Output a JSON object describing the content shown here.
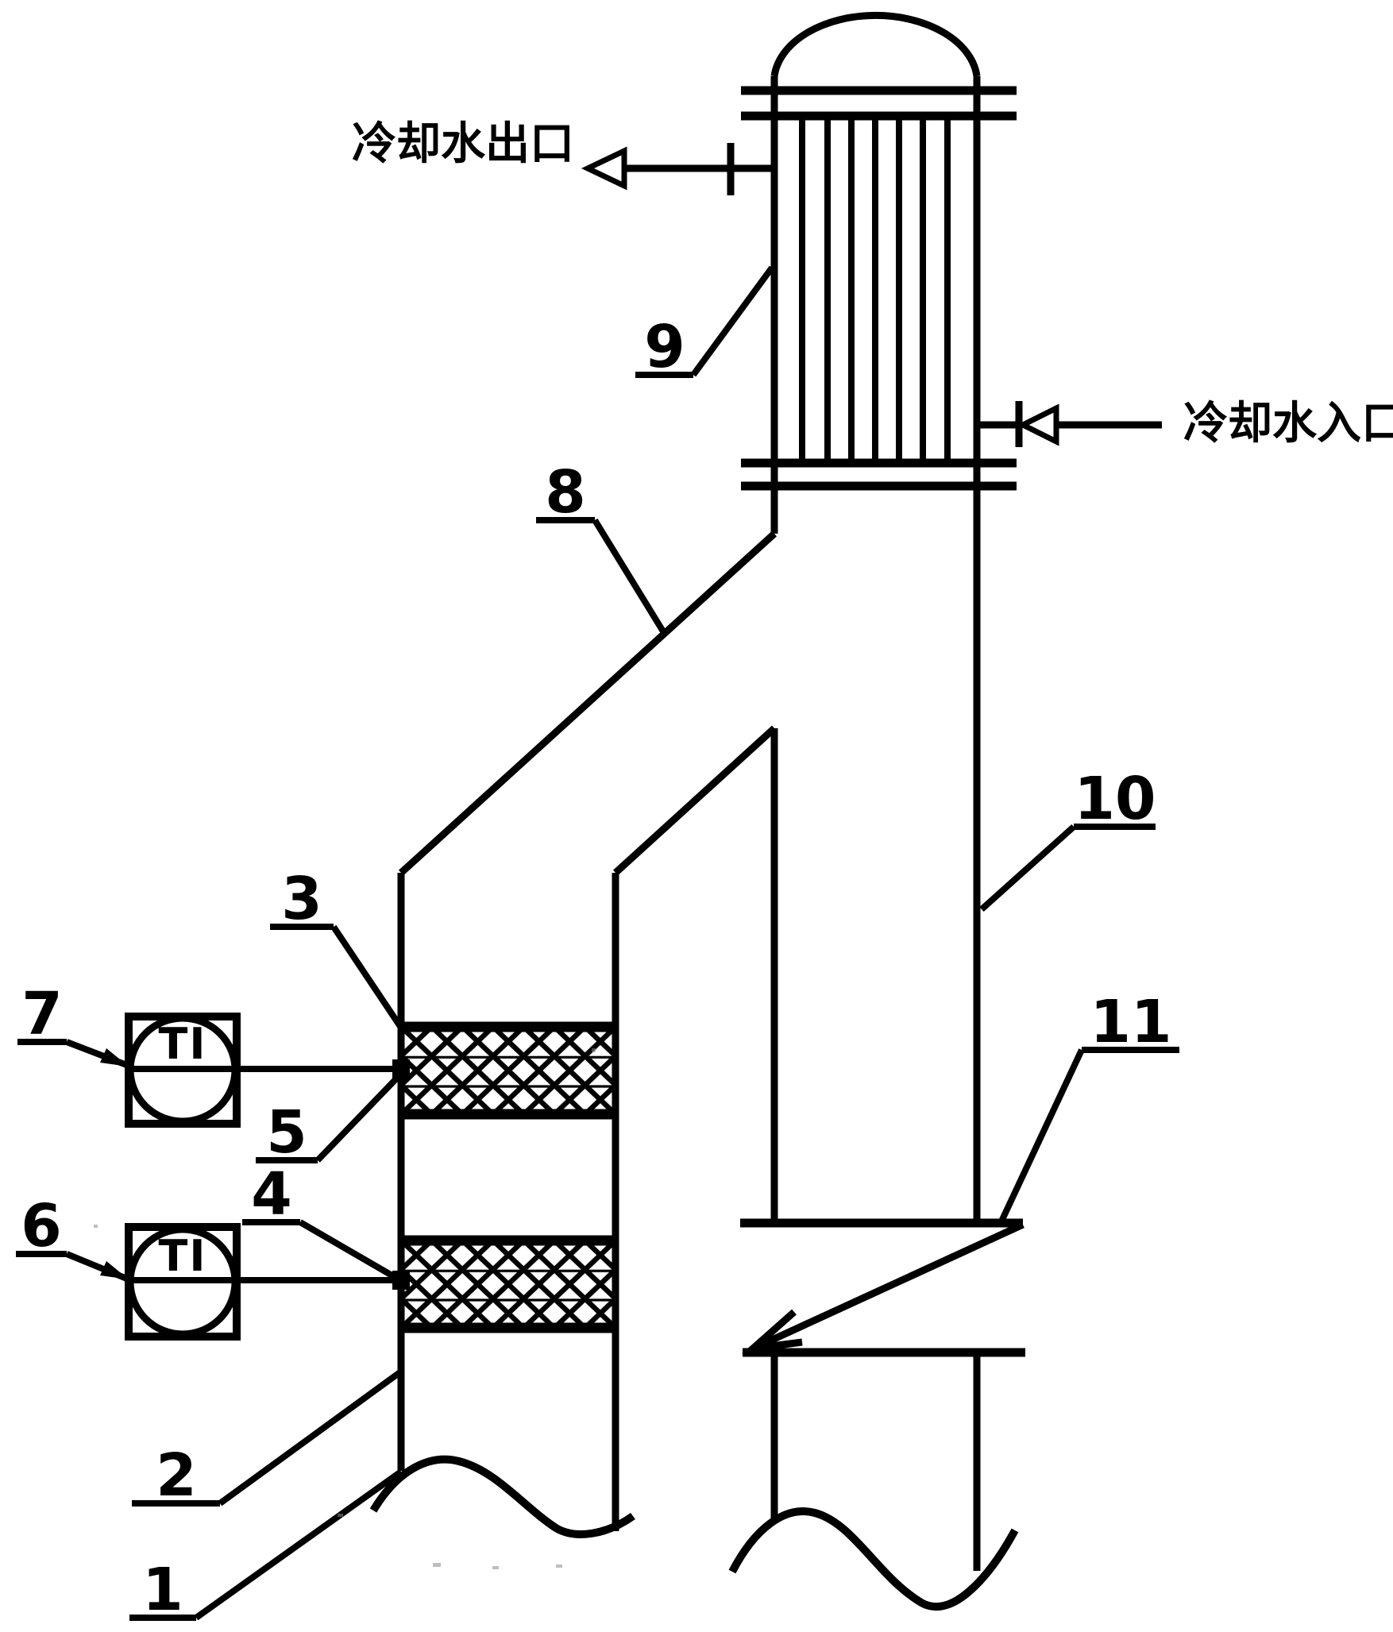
{
  "diagram": {
    "colors": {
      "ink": "#000000",
      "paper": "#ffffff"
    },
    "annotations": {
      "cooling_water_outlet": "冷却水出口",
      "cooling_water_inlet": "冷却水入口"
    },
    "instruments": {
      "upper_tag": "TI",
      "lower_tag": "TI"
    },
    "part_labels": {
      "p1": "1",
      "p2": "2",
      "p3": "3",
      "p4": "4",
      "p5": "5",
      "p6": "6",
      "p7": "7",
      "p8": "8",
      "p9": "9",
      "p10": "10",
      "p11": "11"
    }
  }
}
